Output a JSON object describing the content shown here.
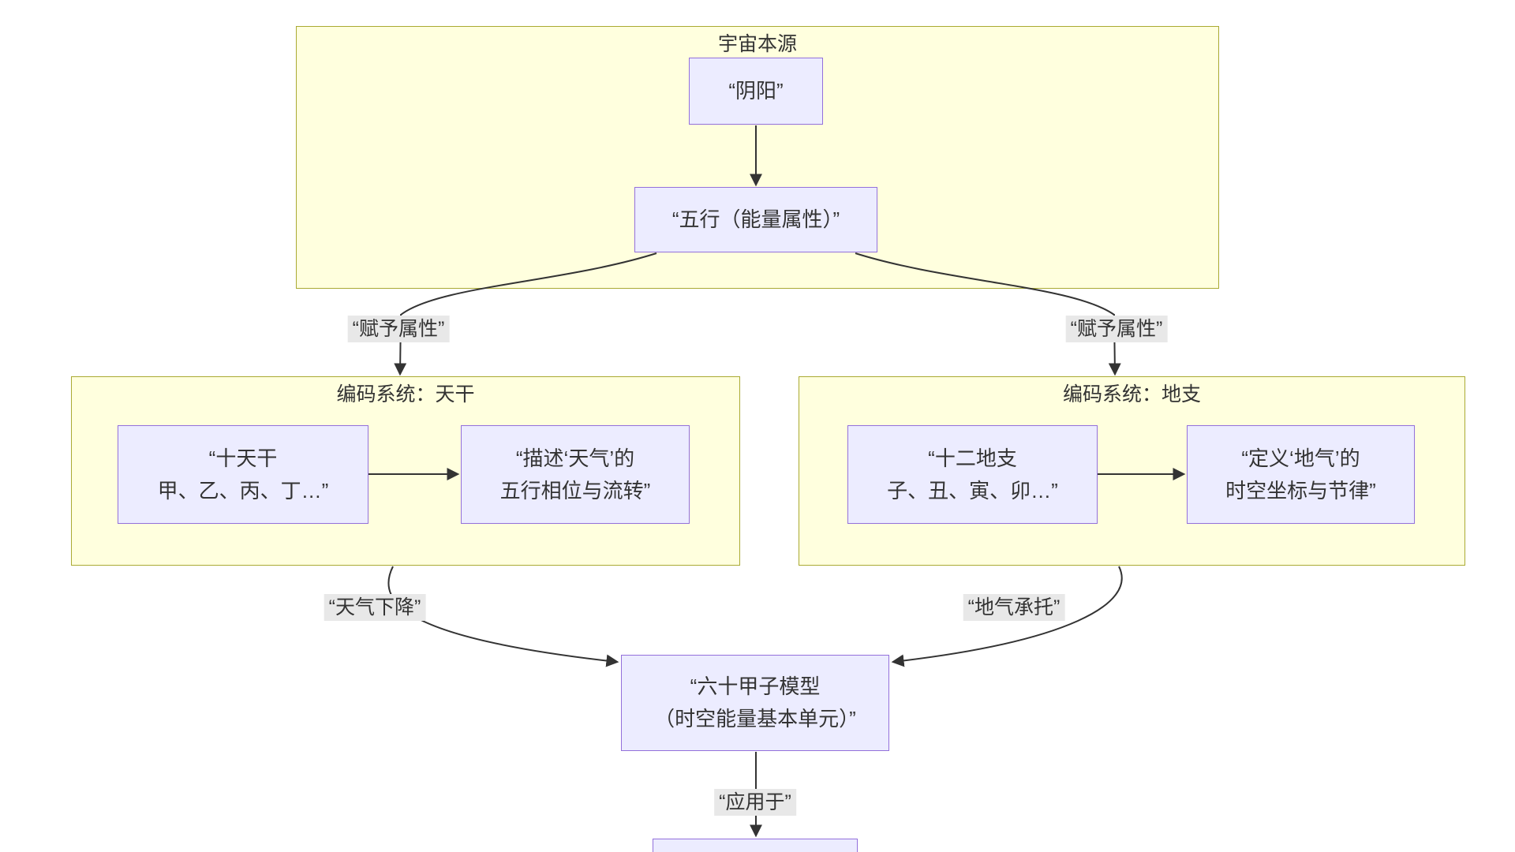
{
  "diagram": {
    "type": "flowchart",
    "colors": {
      "background": "#ffffff",
      "cluster_fill": "#ffffde",
      "cluster_border": "#aaaa33",
      "node_fill": "#ECECFF",
      "node_border": "#9370DB",
      "edge_color": "#333333",
      "edge_label_bg": "#e8e8e8",
      "text_color": "#333333"
    },
    "clusters": {
      "universe": {
        "title": "宇宙本源"
      },
      "tiangan_system": {
        "title": "编码系统：天干"
      },
      "dizhi_system": {
        "title": "编码系统：地支"
      }
    },
    "nodes": {
      "yinyang": {
        "label": "“阴阳”"
      },
      "wuxing": {
        "label": "“五行（能量属性）”"
      },
      "tiangan": {
        "line1": "“十天干",
        "line2": "甲、乙、丙、丁…”"
      },
      "tianqi_desc": {
        "line1": "“描述‘天气’的",
        "line2": "五行相位与流转”"
      },
      "dizhi": {
        "line1": "“十二地支",
        "line2": "子、丑、寅、卯…”"
      },
      "diqi_desc": {
        "line1": "“定义‘地气’的",
        "line2": "时空坐标与节律”"
      },
      "jiazi": {
        "line1": "“六十甲子模型",
        "line2": "（时空能量基本单元）”"
      }
    },
    "edge_labels": {
      "fuyu_left": "“赋予属性”",
      "fuyu_right": "“赋予属性”",
      "tianqi_down": "“天气下降”",
      "diqi_support": "“地气承托”",
      "apply": "“应用于”"
    }
  }
}
